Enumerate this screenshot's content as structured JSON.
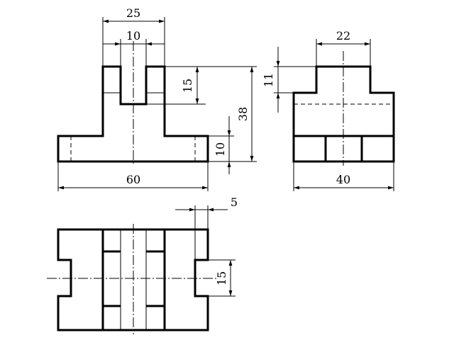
{
  "drawing": {
    "views": [
      "front-view",
      "side-view",
      "top-view"
    ],
    "dimensions": {
      "front_top_width": "25",
      "front_slot_width": "10",
      "front_slot_depth": "15",
      "front_total_height": "38",
      "front_base_height": "10",
      "front_total_width": "60",
      "side_top_width": "22",
      "side_step_height": "11",
      "side_total_width": "40",
      "top_offset": "5",
      "top_notch_width": "15"
    }
  }
}
